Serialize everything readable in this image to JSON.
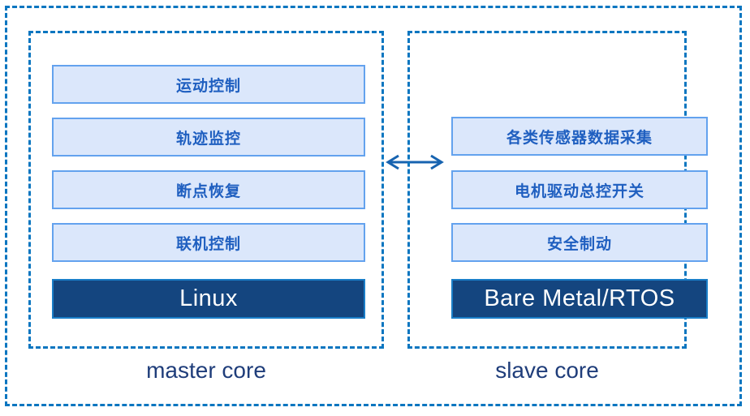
{
  "diagram": {
    "title": "master/slave core software architecture",
    "colors": {
      "dashed_border": "#0b76c0",
      "light_block_fill": "#dbe7fb",
      "light_block_border": "#63a2ee",
      "light_block_text": "#1f5fc0",
      "dark_block_fill": "#14457f",
      "dark_block_border": "#1a7ec8",
      "dark_block_text": "#ffffff",
      "caption_text": "#1f3d7a",
      "arrow": "#1763b0",
      "background": "#ffffff"
    },
    "connector": {
      "name": "bidirectional-arrow",
      "type": "double-headed-horizontal",
      "from": "master core",
      "to": "slave core"
    },
    "panels": [
      {
        "id": "master",
        "caption": "master core",
        "modules": [
          {
            "label": "运动控制",
            "style": "light"
          },
          {
            "label": "轨迹监控",
            "style": "light"
          },
          {
            "label": "断点恢复",
            "style": "light"
          },
          {
            "label": "联机控制",
            "style": "light"
          }
        ],
        "platform": {
          "label": "Linux",
          "style": "dark"
        }
      },
      {
        "id": "slave",
        "caption": "slave core",
        "modules": [
          {
            "label": "各类传感器数据采集",
            "style": "light"
          },
          {
            "label": "电机驱动总控开关",
            "style": "light"
          },
          {
            "label": "安全制动",
            "style": "light"
          }
        ],
        "platform": {
          "label": "Bare Metal/RTOS",
          "style": "dark"
        }
      }
    ]
  }
}
